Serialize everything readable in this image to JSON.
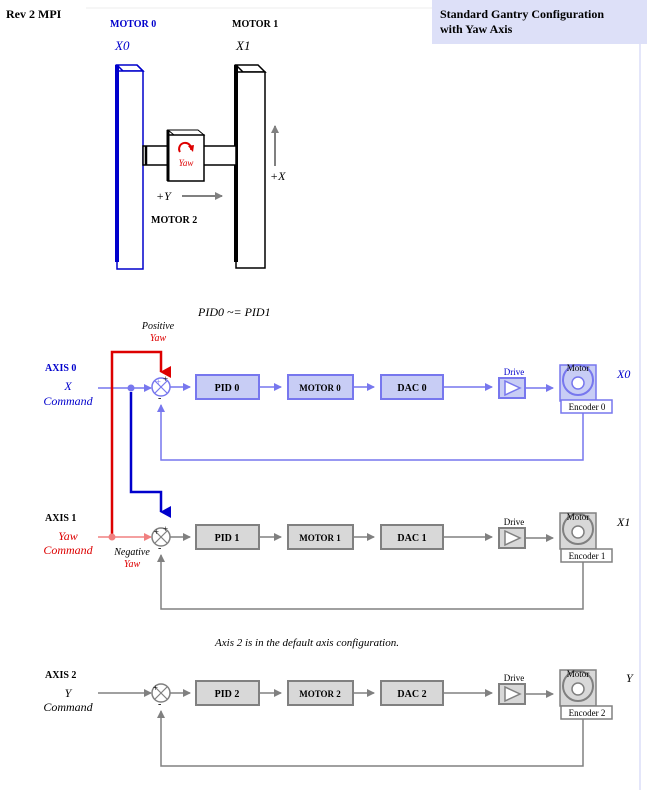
{
  "header": {
    "revision": "Rev 2 MPI",
    "title_line1": "Standard Gantry Configuration",
    "title_line2": "with Yaw Axis"
  },
  "gantry": {
    "motor0": "MOTOR 0",
    "motor1": "MOTOR 1",
    "motor2": "MOTOR 2",
    "x0": "X0",
    "x1": "X1",
    "yaw": "Yaw",
    "plus_y": "+Y",
    "plus_x": "+X"
  },
  "pid_equation": "PID0 ~= PID1",
  "positive_yaw": {
    "line1": "Positive",
    "line2": "Yaw"
  },
  "negative_yaw": {
    "line1": "Negative",
    "line2": "Yaw"
  },
  "axis0": {
    "name": "AXIS 0",
    "cmd1": "X",
    "cmd2": "Command",
    "pid": "PID 0",
    "motor": "MOTOR 0",
    "dac": "DAC 0",
    "drive": "Drive",
    "motor_label": "Motor",
    "encoder": "Encoder 0",
    "output": "X0"
  },
  "axis1": {
    "name": "AXIS 1",
    "cmd1": "Yaw",
    "cmd2": "Command",
    "pid": "PID 1",
    "motor": "MOTOR 1",
    "dac": "DAC 1",
    "drive": "Drive",
    "motor_label": "Motor",
    "encoder": "Encoder 1",
    "output": "X1"
  },
  "axis2_note": "Axis 2 is in the default axis configuration.",
  "axis2": {
    "name": "AXIS 2",
    "cmd1": "Y",
    "cmd2": "Command",
    "pid": "PID 2",
    "motor": "MOTOR 2",
    "dac": "DAC 2",
    "drive": "Drive",
    "motor_label": "Motor",
    "encoder": "Encoder 2",
    "output": "Y"
  },
  "colors": {
    "blue": "#0000cc",
    "light_blue": "#7777ee",
    "red": "#dd0000",
    "pink": "#f08080",
    "gray": "#808080",
    "box_blue": "#c8cdf5",
    "box_gray": "#d8d8d8"
  }
}
